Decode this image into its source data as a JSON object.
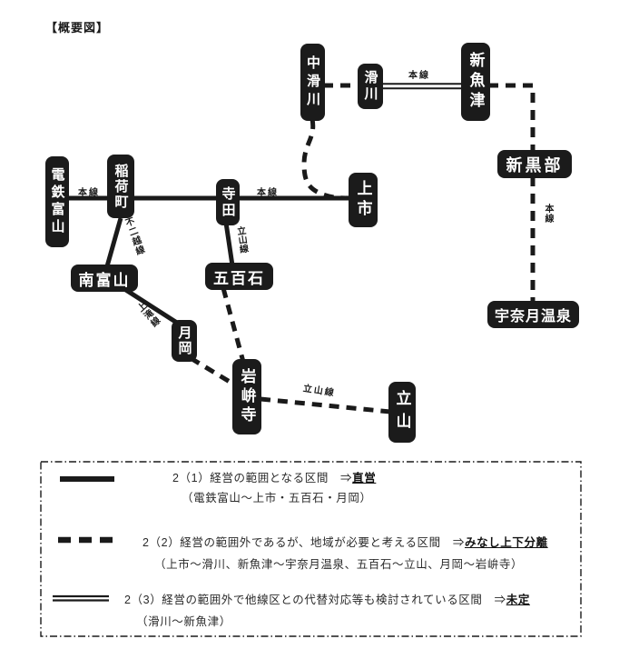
{
  "title": "【概要図】",
  "colors": {
    "line": "#1a1a1a",
    "station_box_bg": "#1b1b1b",
    "station_box_text": "#ffffff",
    "background": "#ffffff"
  },
  "stations": {
    "dentetsu_toyama": "電鉄富山",
    "inarimachi": "稲荷町",
    "terada": "寺田",
    "kamiichi": "上市",
    "naka_namerikawa": "中滑川",
    "namerikawa": "滑川",
    "shin_uozu": "新魚津",
    "shin_kurobe": "新黒部",
    "unazuki_onsen": "宇奈月温泉",
    "minami_toyama": "南富山",
    "gohyakkoku": "五百石",
    "tsukioka": "月岡",
    "iwakuraji": "岩峅寺",
    "tateyama": "立山"
  },
  "line_labels": {
    "honsen": "本線",
    "fujikoshi_line": "不二越線",
    "kamidaki_line": "上滝線",
    "tateyama_line": "立山線"
  },
  "legend": {
    "rows": [
      {
        "line_style": "solid",
        "text": "2（1）経営の範囲となる区間　⇒",
        "emphasis": "直営",
        "detail": "（電鉄富山～上市・五百石・月岡）"
      },
      {
        "line_style": "dashed",
        "text": "2（2）経営の範囲外であるが、地域が必要と考える区間　⇒",
        "emphasis": "みなし上下分離",
        "detail": "（上市～滑川、新魚津～宇奈月温泉、五百石～立山、月岡～岩峅寺）"
      },
      {
        "line_style": "double",
        "text": "2（3）経営の範囲外で他線区との代替対応等も検討されている区間　⇒",
        "emphasis": "未定",
        "detail": "（滑川～新魚津）"
      }
    ]
  }
}
